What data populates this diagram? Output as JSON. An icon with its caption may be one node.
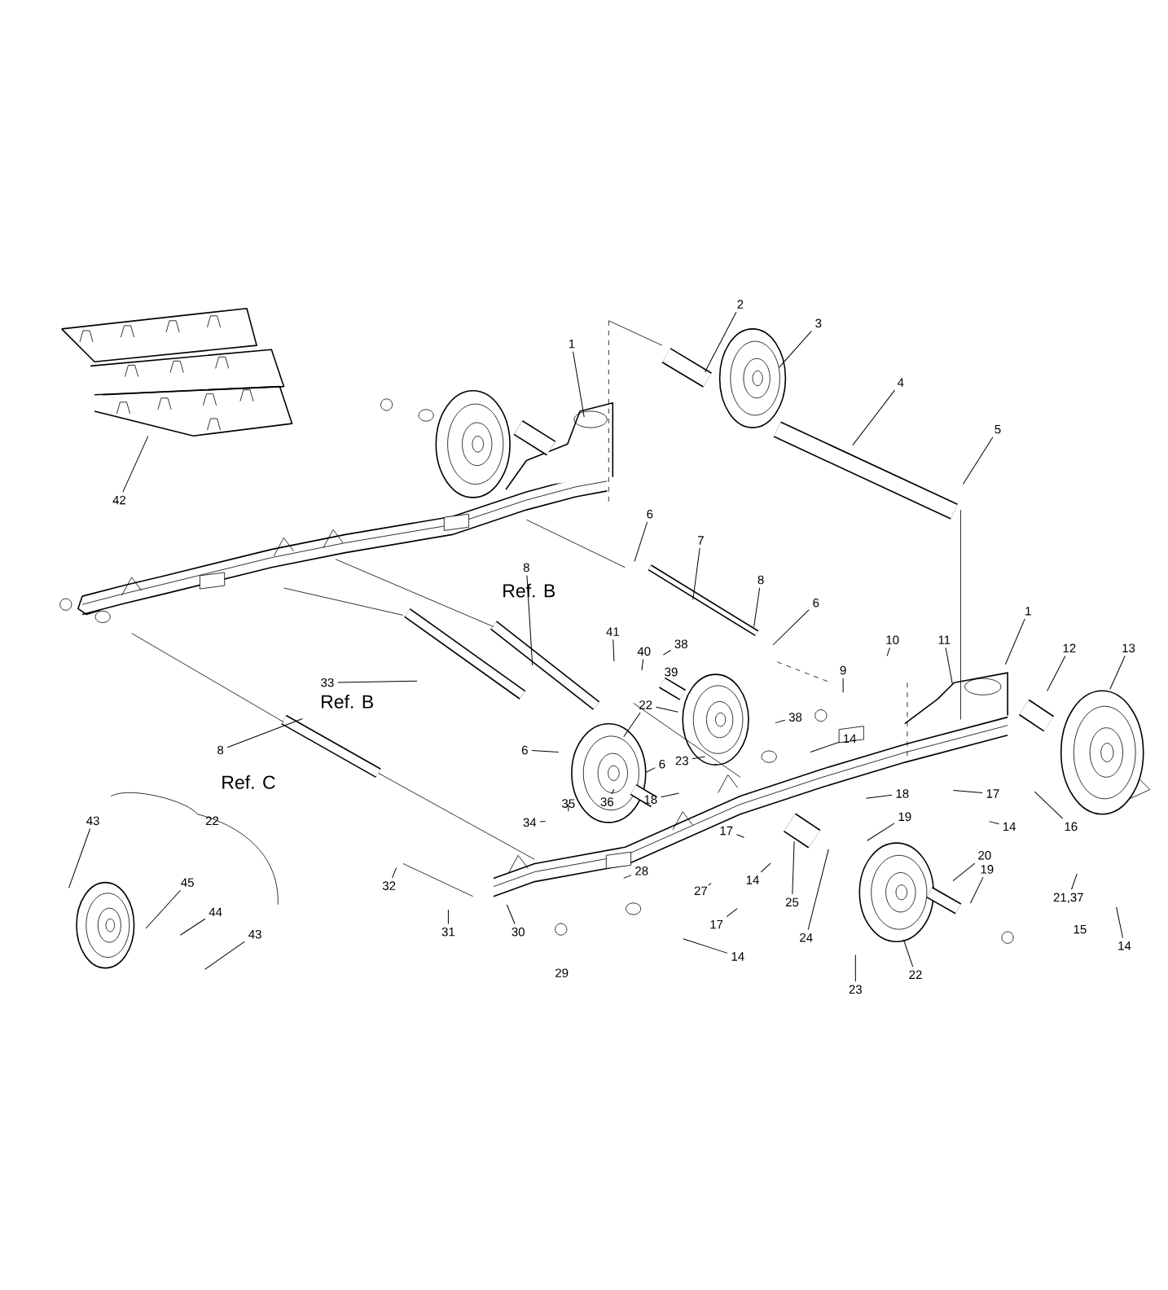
{
  "diagram": {
    "nodes": [
      {
        "text": [
          "2"
        ]
      },
      {
        "text": [
          "3"
        ]
      },
      {
        "text": [
          "1"
        ]
      },
      {
        "text": [
          "4"
        ]
      },
      {
        "text": [
          "5"
        ]
      },
      {
        "text": [
          "42"
        ]
      },
      {
        "text": [
          "6"
        ]
      },
      {
        "text": [
          "7"
        ]
      },
      {
        "text": [
          "8"
        ]
      },
      {
        "text": [
          "8"
        ]
      },
      {
        "text": [
          "6"
        ]
      },
      {
        "text": [
          "1"
        ]
      },
      {
        "text": [
          "41"
        ]
      },
      {
        "text": [
          "40"
        ]
      },
      {
        "text": [
          "38"
        ]
      },
      {
        "text": [
          "10"
        ]
      },
      {
        "text": [
          "11"
        ]
      },
      {
        "text": [
          "12"
        ]
      },
      {
        "text": [
          "13"
        ]
      },
      {
        "text": [
          "9"
        ]
      },
      {
        "text": [
          "33"
        ]
      },
      {
        "text": [
          "22"
        ]
      },
      {
        "text": [
          "38"
        ]
      },
      {
        "text": [
          "14"
        ]
      },
      {
        "text": [
          "8"
        ]
      },
      {
        "text": [
          "6"
        ]
      },
      {
        "text": [
          "6"
        ]
      },
      {
        "text": [
          "23"
        ]
      },
      {
        "text": [
          "18"
        ]
      },
      {
        "text": [
          "17"
        ]
      },
      {
        "text": [
          "36"
        ]
      },
      {
        "text": [
          "18"
        ]
      },
      {
        "text": [
          "35"
        ]
      },
      {
        "text": [
          "34"
        ]
      },
      {
        "text": [
          "43"
        ]
      },
      {
        "text": [
          "19"
        ]
      },
      {
        "text": [
          "14"
        ]
      },
      {
        "text": [
          "16"
        ]
      },
      {
        "text": [
          "17"
        ]
      },
      {
        "text": [
          "20"
        ]
      },
      {
        "text": [
          "19"
        ]
      },
      {
        "text": [
          "14"
        ]
      },
      {
        "text": [
          "28"
        ]
      },
      {
        "text": [
          "45"
        ]
      },
      {
        "text": [
          "32"
        ]
      },
      {
        "text": [
          "27"
        ]
      },
      {
        "text": [
          "21,37"
        ]
      },
      {
        "text": [
          "25"
        ]
      },
      {
        "text": [
          "44"
        ]
      },
      {
        "text": [
          "17"
        ]
      },
      {
        "text": [
          "31"
        ]
      },
      {
        "text": [
          "30"
        ]
      },
      {
        "text": [
          "43"
        ]
      },
      {
        "text": [
          "24"
        ]
      },
      {
        "text": [
          "14"
        ]
      },
      {
        "text": [
          "14"
        ]
      },
      {
        "text": [
          "22"
        ]
      },
      {
        "text": [
          "23"
        ]
      },
      {
        "text": [],
        "shape": "picture"
      }
    ],
    "edges": [
      {
        "from": 0,
        "to": null,
        "arrow": "none"
      },
      {
        "from": 1,
        "to": null,
        "arrow": "none"
      },
      {
        "from": 2,
        "to": null,
        "arrow": "none"
      },
      {
        "from": 3,
        "to": null,
        "arrow": "none"
      },
      {
        "from": 4,
        "to": null,
        "arrow": "none"
      },
      {
        "from": 5,
        "to": 58,
        "arrow": "none"
      },
      {
        "from": 6,
        "to": null,
        "arrow": "none"
      },
      {
        "from": 7,
        "to": null,
        "arrow": "none"
      },
      {
        "from": 8,
        "to": null,
        "arrow": "none"
      },
      {
        "from": 9,
        "to": null,
        "arrow": "none"
      },
      {
        "from": 10,
        "to": null,
        "arrow": "none"
      },
      {
        "from": 11,
        "to": null,
        "arrow": "none"
      },
      {
        "from": 12,
        "to": null,
        "arrow": "none"
      },
      {
        "from": 13,
        "to": null,
        "arrow": "none"
      },
      {
        "from": 14,
        "to": null,
        "arrow": "none"
      },
      {
        "from": 15,
        "to": null,
        "arrow": "none"
      },
      {
        "from": 16,
        "to": null,
        "arrow": "none"
      },
      {
        "from": 17,
        "to": null,
        "arrow": "none"
      },
      {
        "from": 18,
        "to": null,
        "arrow": "none"
      },
      {
        "from": 19,
        "to": null,
        "arrow": "none"
      },
      {
        "from": 20,
        "to": null,
        "arrow": "none"
      },
      {
        "from": 21,
        "to": null,
        "arrow": "none"
      },
      {
        "from": 22,
        "to": null,
        "arrow": "none"
      },
      {
        "from": 23,
        "to": null,
        "arrow": "none"
      },
      {
        "from": 24,
        "to": null,
        "arrow": "none"
      },
      {
        "from": 25,
        "to": null,
        "arrow": "none"
      },
      {
        "from": 26,
        "to": null,
        "arrow": "none"
      },
      {
        "from": 27,
        "to": null,
        "arrow": "none"
      },
      {
        "from": 28,
        "to": null,
        "arrow": "none"
      },
      {
        "from": 29,
        "to": null,
        "arrow": "none"
      },
      {
        "from": 30,
        "to": null,
        "arrow": "none"
      },
      {
        "from": 31,
        "to": null,
        "arrow": "none"
      },
      {
        "from": 32,
        "to": null,
        "arrow": "none"
      },
      {
        "from": 33,
        "to": null,
        "arrow": "none"
      },
      {
        "from": 34,
        "to": null,
        "arrow": "none"
      },
      {
        "from": 35,
        "to": null,
        "arrow": "none"
      },
      {
        "from": 36,
        "to": null,
        "arrow": "none"
      },
      {
        "from": 37,
        "to": null,
        "arrow": "none"
      },
      {
        "from": 38,
        "to": null,
        "arrow": "none"
      },
      {
        "from": 39,
        "to": null,
        "arrow": "none"
      },
      {
        "from": 40,
        "to": null,
        "arrow": "none"
      },
      {
        "from": 41,
        "to": null,
        "arrow": "none"
      },
      {
        "from": 42,
        "to": null,
        "arrow": "none"
      },
      {
        "from": 43,
        "to": null,
        "arrow": "none"
      },
      {
        "from": 44,
        "to": null,
        "arrow": "none"
      },
      {
        "from": 45,
        "to": null,
        "arrow": "none"
      },
      {
        "from": 46,
        "to": null,
        "arrow": "none"
      },
      {
        "from": 47,
        "to": null,
        "arrow": "none"
      },
      {
        "from": 48,
        "to": null,
        "arrow": "none"
      },
      {
        "from": 49,
        "to": null,
        "arrow": "none"
      },
      {
        "from": 50,
        "to": null,
        "arrow": "none"
      },
      {
        "from": 51,
        "to": null,
        "arrow": "none"
      },
      {
        "from": 52,
        "to": null,
        "arrow": "none"
      },
      {
        "from": 53,
        "to": null,
        "arrow": "none"
      },
      {
        "from": 54,
        "to": null,
        "arrow": "none"
      },
      {
        "from": 55,
        "to": null,
        "arrow": "none"
      },
      {
        "from": 56,
        "to": null,
        "arrow": "none"
      },
      {
        "from": 57,
        "to": null,
        "arrow": "none"
      },
      {
        "from": 21,
        "to": null,
        "arrow": "none"
      }
    ],
    "labels": [
      "39",
      "22",
      "15",
      "29",
      "Ref. B",
      "Ref. B",
      "Ref. C"
    ]
  }
}
